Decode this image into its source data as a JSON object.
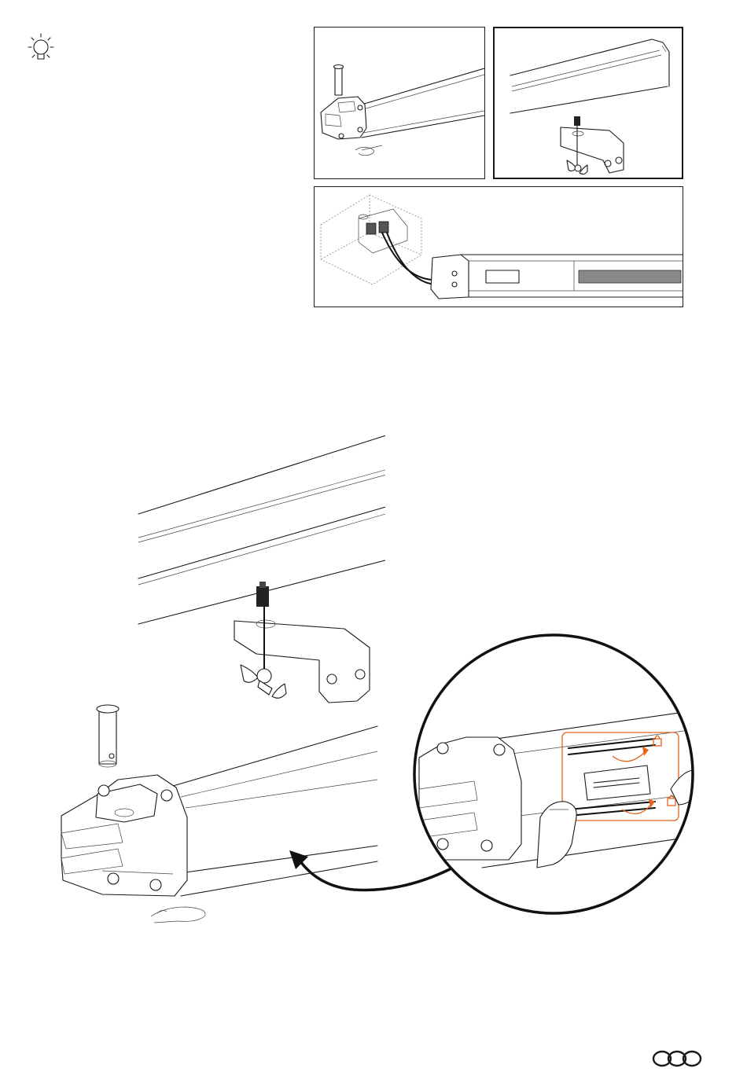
{
  "document": {
    "kind": "assembly-instructions-page",
    "tip_icon": "lightbulb-icon",
    "brand_logo": "three-ring-logo-icon",
    "accent_color": "#e2641e",
    "line_color": "#1a1a1a"
  },
  "figures": {
    "panel_a": {
      "depicts": "pin-and-clip-end-cap"
    },
    "panel_b": {
      "depicts": "bracket-with-wing-nut"
    },
    "panel_c": {
      "depicts": "power-socket-connection"
    },
    "main": {
      "depicts": "bracket-and-end-cap-assembly"
    },
    "detail": {
      "depicts": "track-lock-release-detail"
    }
  }
}
